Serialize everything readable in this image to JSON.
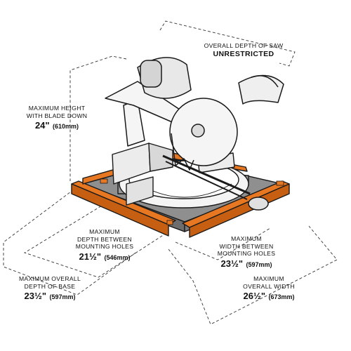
{
  "callouts": {
    "depth_saw": {
      "line1": "OVERALL DEPTH OF SAW",
      "line2": "UNRESTRICTED"
    },
    "max_height": {
      "line1": "MAXIMUM HEIGHT",
      "line2": "WITH BLADE DOWN",
      "inches": "24\"",
      "mm": "(610mm)"
    },
    "mount_depth": {
      "line1": "MAXIMUM",
      "line2": "DEPTH BETWEEN",
      "line3": "MOUNTING HOLES",
      "inches": "21½\"",
      "mm": "(546mm)"
    },
    "mount_width": {
      "line1": "MAXIMUM",
      "line2": "WIDTH BETWEEN",
      "line3": "MOUNTING HOLES",
      "inches": "23½\"",
      "mm": "(597mm)"
    },
    "base_depth": {
      "line1": "MAXIMUM OVERALL",
      "line2": "DEPTH OF BASE",
      "inches": "23½\"",
      "mm": "(597mm)"
    },
    "overall_width": {
      "line1": "MAXIMUM",
      "line2": "OVERALL WIDTH",
      "inches": "26½\"",
      "mm": "(673mm)"
    }
  },
  "colors": {
    "accent": "#e87722",
    "plate": "#8a8a8a",
    "line": "#1a1a1a"
  }
}
